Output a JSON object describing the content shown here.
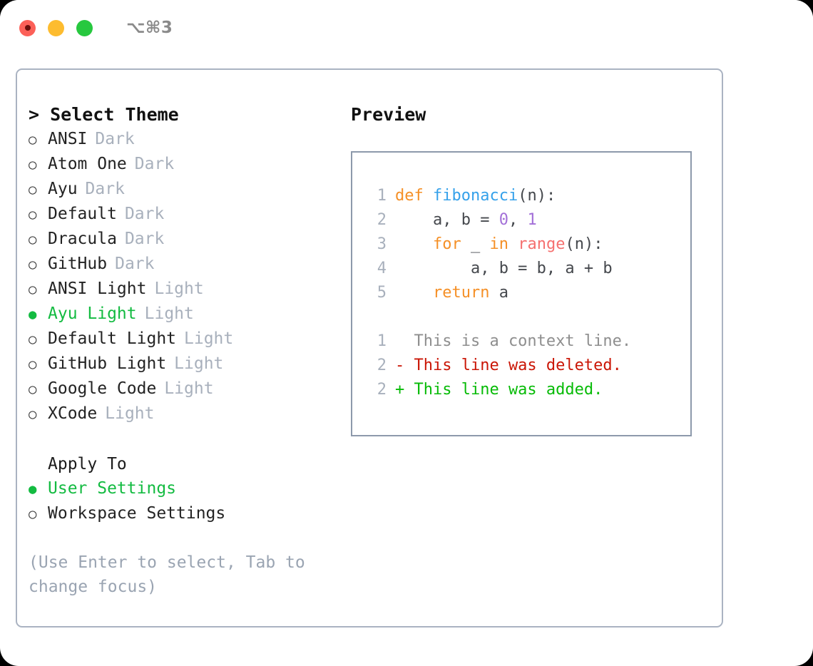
{
  "window": {
    "title": "⌥⌘3",
    "traffic_lights": [
      "close",
      "minimize",
      "zoom"
    ]
  },
  "theme_picker": {
    "heading": "> Select Theme",
    "marker_selected": "●",
    "marker_unselected": "○",
    "accent_color": "#13bb41",
    "muted_color": "#a8b0bc",
    "options": [
      {
        "label": "ANSI",
        "tag": "Dark",
        "selected": false
      },
      {
        "label": "Atom One",
        "tag": "Dark",
        "selected": false
      },
      {
        "label": "Ayu",
        "tag": "Dark",
        "selected": false
      },
      {
        "label": "Default",
        "tag": "Dark",
        "selected": false
      },
      {
        "label": "Dracula",
        "tag": "Dark",
        "selected": false
      },
      {
        "label": "GitHub",
        "tag": "Dark",
        "selected": false
      },
      {
        "label": "ANSI Light",
        "tag": "Light",
        "selected": false
      },
      {
        "label": "Ayu Light",
        "tag": "Light",
        "selected": true
      },
      {
        "label": "Default Light",
        "tag": "Light",
        "selected": false
      },
      {
        "label": "GitHub Light",
        "tag": "Light",
        "selected": false
      },
      {
        "label": "Google Code",
        "tag": "Light",
        "selected": false
      },
      {
        "label": "XCode",
        "tag": "Light",
        "selected": false
      }
    ]
  },
  "apply_to": {
    "heading": "Apply To",
    "options": [
      {
        "label": "User Settings",
        "selected": true
      },
      {
        "label": "Workspace Settings",
        "selected": false
      }
    ]
  },
  "hint": "(Use Enter to select, Tab to change focus)",
  "preview": {
    "heading": "Preview",
    "code": [
      {
        "no": "1",
        "parts": [
          {
            "t": "def ",
            "c": "tok-kw"
          },
          {
            "t": "fibonacci",
            "c": "tok-fn"
          },
          {
            "t": "(n):",
            "c": "tok-plain"
          }
        ]
      },
      {
        "no": "2",
        "parts": [
          {
            "t": "    a, b = ",
            "c": "tok-plain"
          },
          {
            "t": "0",
            "c": "tok-num"
          },
          {
            "t": ", ",
            "c": "tok-plain"
          },
          {
            "t": "1",
            "c": "tok-num"
          }
        ]
      },
      {
        "no": "3",
        "parts": [
          {
            "t": "    ",
            "c": "tok-plain"
          },
          {
            "t": "for",
            "c": "tok-kw"
          },
          {
            "t": " _ ",
            "c": "tok-plain"
          },
          {
            "t": "in",
            "c": "tok-kw"
          },
          {
            "t": " ",
            "c": "tok-plain"
          },
          {
            "t": "range",
            "c": "tok-call"
          },
          {
            "t": "(n):",
            "c": "tok-plain"
          }
        ]
      },
      {
        "no": "4",
        "parts": [
          {
            "t": "        a, b = b, a + b",
            "c": "tok-plain"
          }
        ]
      },
      {
        "no": "5",
        "parts": [
          {
            "t": "    ",
            "c": "tok-plain"
          },
          {
            "t": "return",
            "c": "tok-kw"
          },
          {
            "t": " a",
            "c": "tok-plain"
          }
        ]
      }
    ],
    "diff": [
      {
        "no": "1",
        "text": "  This is a context line.",
        "cls": "diff-ctx"
      },
      {
        "no": "2",
        "text": "- This line was deleted.",
        "cls": "diff-del"
      },
      {
        "no": "2",
        "text": "+ This line was added.",
        "cls": "diff-add"
      }
    ],
    "colors": {
      "keyword": "#f59027",
      "function": "#35a1ea",
      "call": "#f5706f",
      "number": "#a370d8",
      "plain": "#45484d",
      "context": "#8e8e8e",
      "deleted": "#ca1606",
      "added": "#07bb07",
      "lineno": "#a8b0bc"
    }
  }
}
